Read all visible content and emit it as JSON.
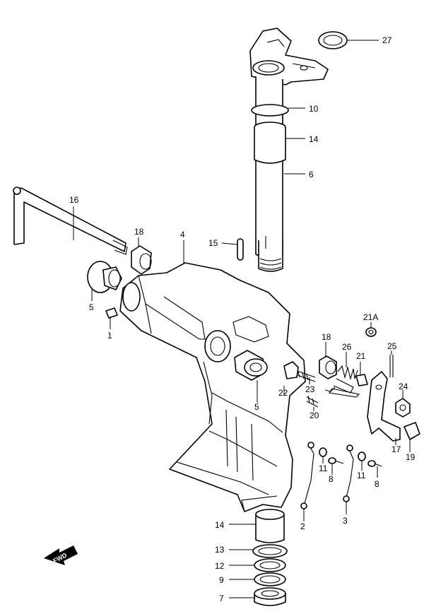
{
  "labels": {
    "l27": "27",
    "l10": "10",
    "l14a": "14",
    "l6": "6",
    "l16": "16",
    "l18a": "18",
    "l4": "4",
    "l15": "15",
    "l5a": "5",
    "l1": "1",
    "l21a": "21A",
    "l18b": "18",
    "l26": "26",
    "l21": "21",
    "l25": "25",
    "l23": "23",
    "l22": "22",
    "l5b": "5",
    "l20": "20",
    "l24": "24",
    "l17": "17",
    "l19": "19",
    "l11a": "11",
    "l8a": "8",
    "l11b": "11",
    "l8b": "8",
    "l2": "2",
    "l3": "3",
    "l14b": "14",
    "l13": "13",
    "l12": "12",
    "l9": "9",
    "l7": "7"
  },
  "fwd_arrow": {
    "text": "FWD"
  }
}
